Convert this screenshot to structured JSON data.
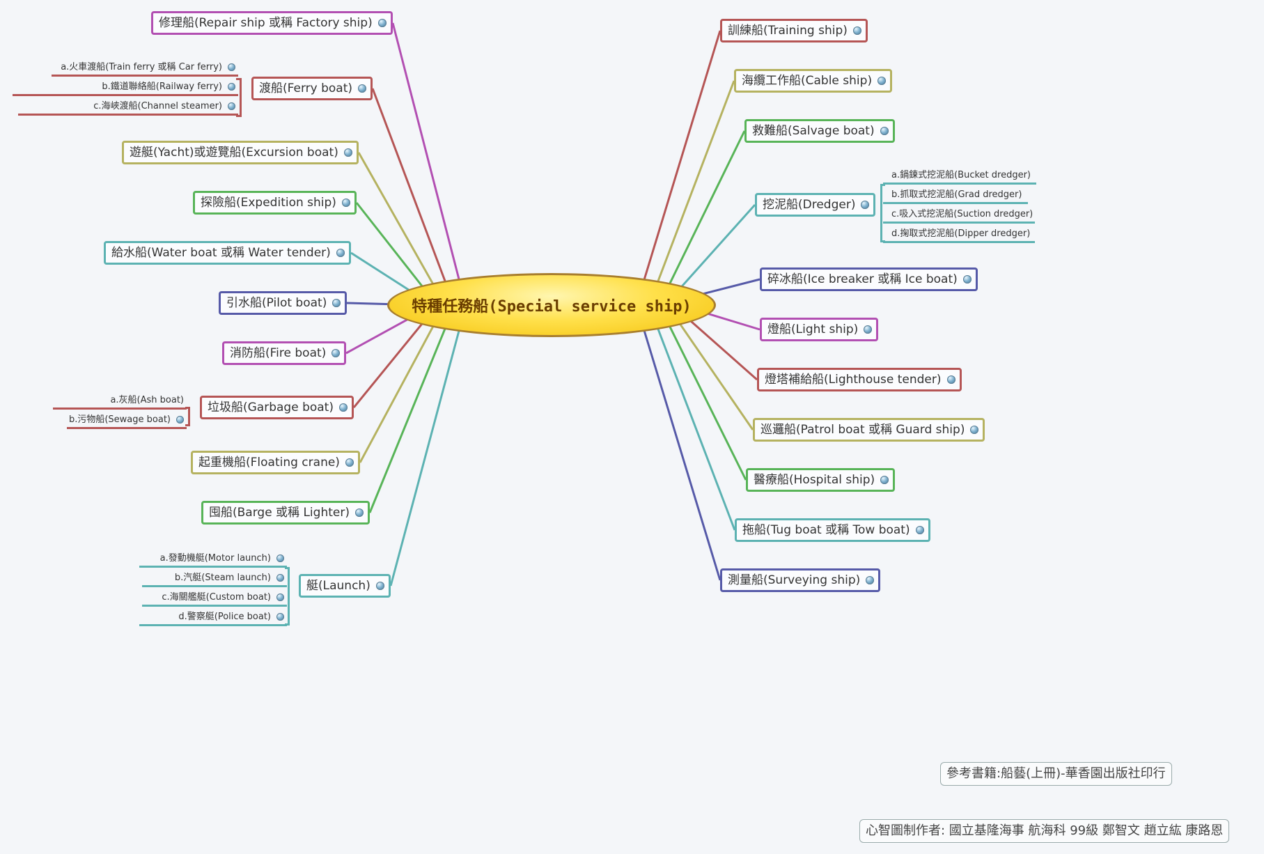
{
  "center_label": "特種任務船(Special service ship)",
  "colors": {
    "purple": "#b24fb2",
    "red": "#b55555",
    "olive": "#b5b260",
    "green": "#58b458",
    "teal": "#5cb2b2",
    "navy": "#565aa8",
    "center_fill": "#ffe04a"
  },
  "left_nodes": [
    {
      "label": "修理船(Repair ship 或稱 Factory ship)",
      "color": "purple"
    },
    {
      "label": "渡船(Ferry boat)",
      "color": "red"
    },
    {
      "label": "遊艇(Yacht)或遊覽船(Excursion boat)",
      "color": "olive"
    },
    {
      "label": "探險船(Expedition ship)",
      "color": "green"
    },
    {
      "label": "給水船(Water boat 或稱 Water tender)",
      "color": "teal"
    },
    {
      "label": "引水船(Pilot boat)",
      "color": "navy"
    },
    {
      "label": "消防船(Fire boat)",
      "color": "purple"
    },
    {
      "label": "垃圾船(Garbage boat)",
      "color": "red"
    },
    {
      "label": "起重機船(Floating crane)",
      "color": "olive"
    },
    {
      "label": "囤船(Barge 或稱 Lighter)",
      "color": "green"
    },
    {
      "label": "艇(Launch)",
      "color": "teal"
    }
  ],
  "right_nodes": [
    {
      "label": "訓練船(Training ship)",
      "color": "red"
    },
    {
      "label": "海纜工作船(Cable ship)",
      "color": "olive"
    },
    {
      "label": "救難船(Salvage boat)",
      "color": "green"
    },
    {
      "label": "挖泥船(Dredger)",
      "color": "teal"
    },
    {
      "label": "碎冰船(Ice breaker 或稱 Ice boat)",
      "color": "navy"
    },
    {
      "label": "燈船(Light ship)",
      "color": "purple"
    },
    {
      "label": "燈塔補給船(Lighthouse tender)",
      "color": "red"
    },
    {
      "label": "巡邏船(Patrol boat 或稱 Guard ship)",
      "color": "olive"
    },
    {
      "label": "醫療船(Hospital ship)",
      "color": "green"
    },
    {
      "label": "拖船(Tug boat 或稱 Tow boat)",
      "color": "teal"
    },
    {
      "label": "測量船(Surveying ship)",
      "color": "navy"
    }
  ],
  "ferry_subs": [
    "a.火車渡船(Train ferry 或稱 Car ferry)",
    "b.鐵道聯絡船(Railway ferry)",
    "c.海峽渡船(Channel steamer)"
  ],
  "garbage_subs": [
    "a.灰船(Ash boat)",
    "b.污物船(Sewage boat)"
  ],
  "launch_subs": [
    "a.發動機艇(Motor launch)",
    "b.汽艇(Steam launch)",
    "c.海關艦艇(Custom boat)",
    "d.警察艇(Police boat)"
  ],
  "dredger_subs": [
    "a.鍋鍊式挖泥船(Bucket dredger)",
    "b.抓取式挖泥船(Grad dredger)",
    "c.吸入式挖泥船(Suction dredger)",
    "d.掬取式挖泥船(Dipper dredger)"
  ],
  "reference_note": "參考書籍:船藝(上冊)-華香園出版社印行",
  "author_note": "心智圖制作者: 國立基隆海事  航海科 99級 鄭智文 趙立紘  康路恩"
}
